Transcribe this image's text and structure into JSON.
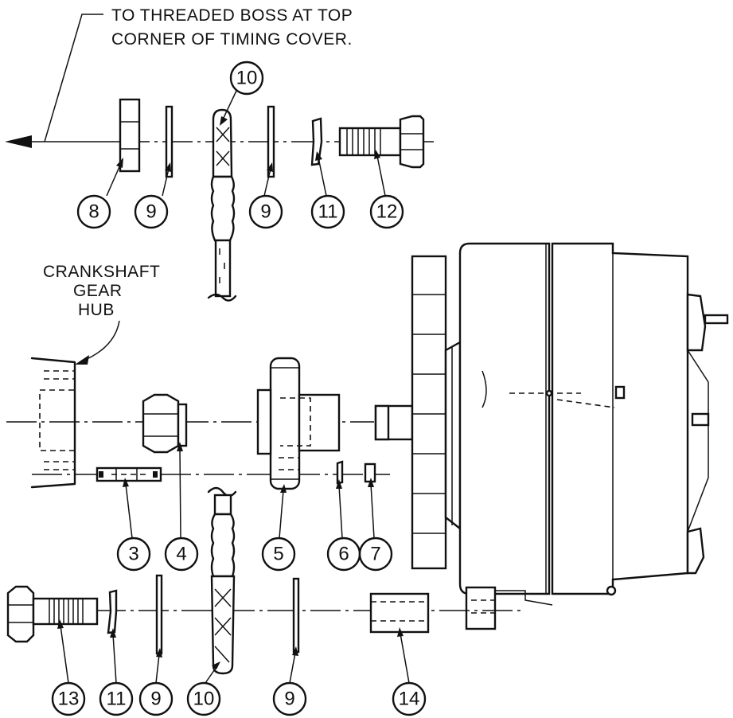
{
  "notes": {
    "threaded_boss_line1": "TO THREADED BOSS AT TOP",
    "threaded_boss_line2": "CORNER OF TIMING COVER.",
    "crankshaft_line1": "CRANKSHAFT",
    "crankshaft_line2": "GEAR",
    "crankshaft_line3": "HUB"
  },
  "callouts": {
    "c8": "8",
    "c9_top_left": "9",
    "c10_top": "10",
    "c9_top_right": "9",
    "c11_top": "11",
    "c12": "12",
    "c3": "3",
    "c4": "4",
    "c5": "5",
    "c6": "6",
    "c7": "7",
    "c13": "13",
    "c11_bottom": "11",
    "c9_bottom_left": "9",
    "c10_bottom": "10",
    "c9_bottom_right": "9",
    "c14": "14"
  }
}
